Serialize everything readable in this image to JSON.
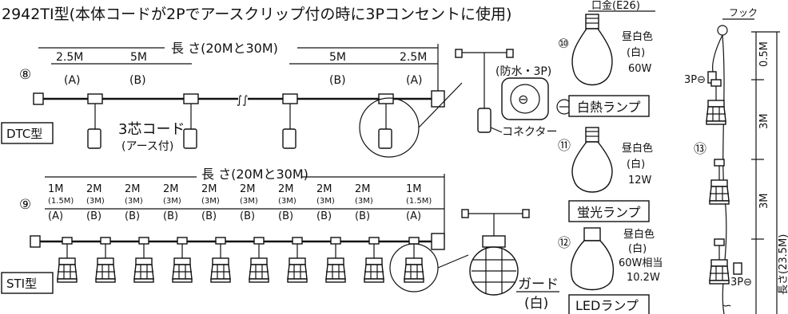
{
  "header": {
    "top_line": "2942TI型(本体コードが2Pでアースクリップ付の時に3Pコンセントに使用)"
  },
  "dtc": {
    "number": "⑧",
    "type_label": "DTC型",
    "total_length": "長 さ(20Mと30M)",
    "segments": [
      {
        "len": "2.5M",
        "code": "(A)"
      },
      {
        "len": "5M",
        "code": "(B)"
      },
      {
        "len": "5M",
        "code": "(B)"
      },
      {
        "len": "2.5M",
        "code": "(A)"
      }
    ],
    "cord_label": "3芯コード",
    "cord_sub": "(アース付)",
    "waterproof": "(防水・3P)",
    "connector": "コネクター"
  },
  "sti": {
    "number": "⑨",
    "type_label": "STI型",
    "total_length": "長 さ(20Mと30M)",
    "segments": [
      {
        "len": "1M",
        "alt": "(1.5M)",
        "code": "(A)"
      },
      {
        "len": "2M",
        "alt": "(3M)",
        "code": "(B)"
      },
      {
        "len": "2M",
        "alt": "(3M)",
        "code": "(B)"
      },
      {
        "len": "2M",
        "alt": "(3M)",
        "code": "(B)"
      },
      {
        "len": "2M",
        "alt": "(3M)",
        "code": "(B)"
      },
      {
        "len": "2M",
        "alt": "(3M)",
        "code": "(B)"
      },
      {
        "len": "2M",
        "alt": "(3M)",
        "code": "(B)"
      },
      {
        "len": "2M",
        "alt": "(3M)",
        "code": "(B)"
      },
      {
        "len": "2M",
        "alt": "(3M)",
        "code": "(B)"
      },
      {
        "len": "1M",
        "alt": "(1.5M)",
        "code": "(A)"
      }
    ],
    "guard": "ガード",
    "guard_sub": "(白)"
  },
  "lamps": [
    {
      "number": "⑩",
      "socket": "口金(E26)",
      "lines": [
        "昼白色",
        "(白)",
        "60W"
      ],
      "name": "白熱ランプ"
    },
    {
      "number": "⑪",
      "lines": [
        "昼白色",
        "(白)",
        "12W"
      ],
      "name": "蛍光ランプ"
    },
    {
      "number": "⑫",
      "lines": [
        "昼白色",
        "(白)",
        "60W相当",
        "10.2W"
      ],
      "name": "LEDランプ"
    }
  ],
  "vertical": {
    "number": "⑬",
    "hook": "フック",
    "plug_top": "3P⊖",
    "plug_bottom": "3P⊖",
    "dims": [
      "0.5M",
      "3M",
      "3M"
    ],
    "total": "長さ(23.5M)"
  },
  "colors": {
    "ink": "#111111",
    "paper": "#ffffff"
  }
}
